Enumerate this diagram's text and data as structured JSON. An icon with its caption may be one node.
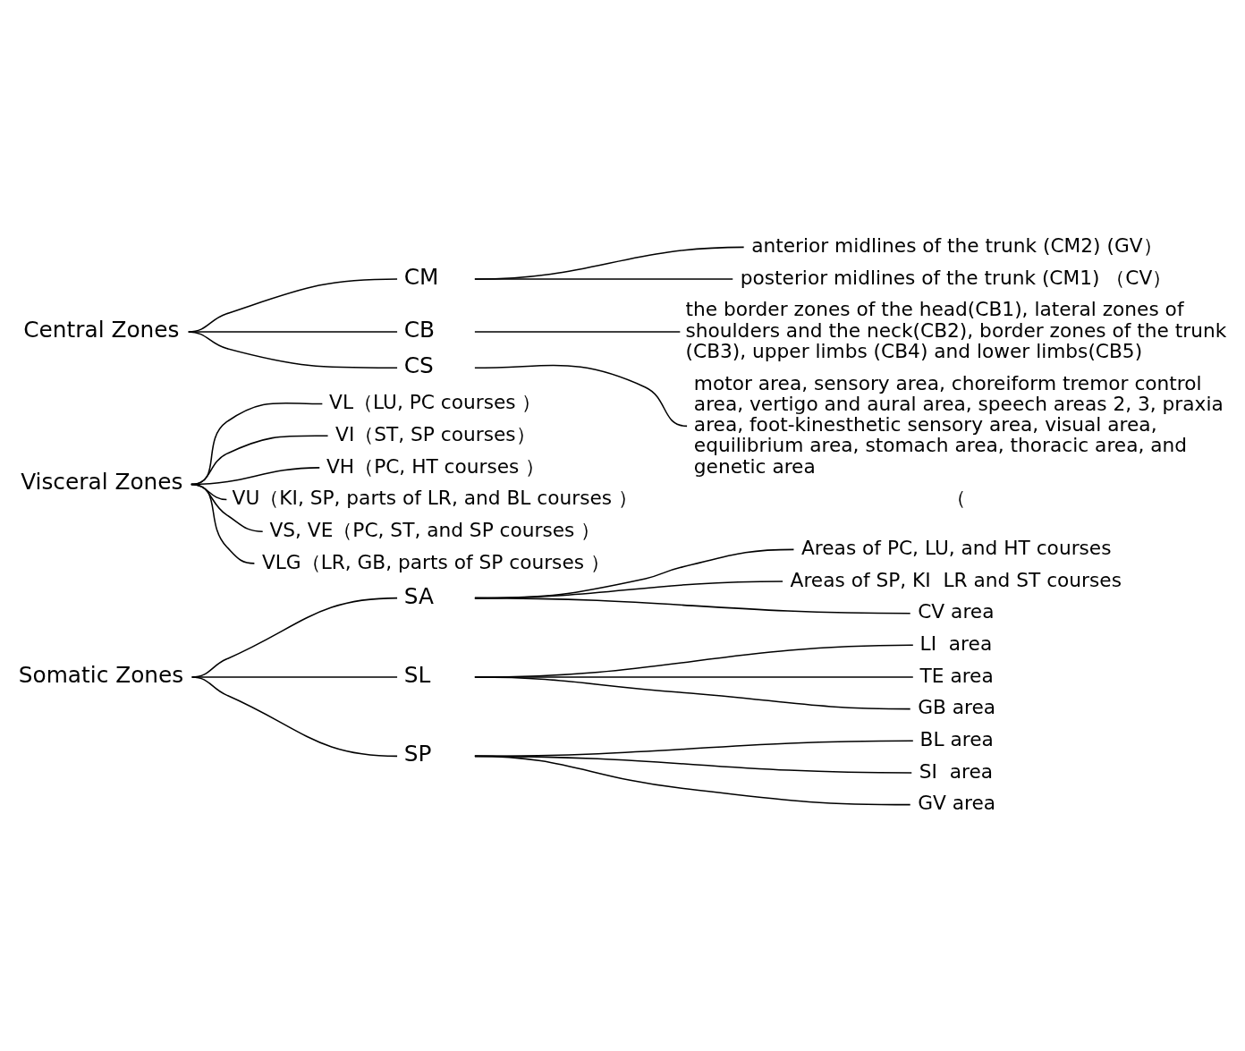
{
  "diagram": {
    "nodes": [
      {
        "text": [
          "Somatic Zones"
        ]
      },
      {
        "text": [
          "SA"
        ]
      },
      {
        "text": [
          "Areas of PC, LU, and HT courses"
        ]
      },
      {
        "text": [
          "Areas of SP, KI  LR and ST courses"
        ]
      },
      {
        "text": [
          "CV area"
        ]
      },
      {
        "text": [
          "SL"
        ]
      },
      {
        "text": [
          "LI  area"
        ]
      },
      {
        "text": [
          "TE area"
        ]
      },
      {
        "text": [
          "GB area"
        ]
      },
      {
        "text": [
          "SP"
        ]
      },
      {
        "text": [
          "BL area"
        ]
      },
      {
        "text": [
          "SI  area"
        ]
      },
      {
        "text": [
          "GV area"
        ]
      },
      {
        "text": [
          "Visceral Zones"
        ]
      },
      {
        "text": [
          "VL（LU, PC courses ）"
        ]
      },
      {
        "text": [
          "VI（ST, SP courses）"
        ]
      },
      {
        "text": [
          "VH（PC, HT courses ）"
        ]
      },
      {
        "text": [
          "VU（KI, SP, parts of LR, and BL courses ）"
        ]
      },
      {
        "text": [
          "VS, VE（PC, ST, and SP courses ）"
        ]
      },
      {
        "text": [
          "VLG（LR, GB, parts of SP courses ）"
        ]
      },
      {
        "text": [
          "Central Zones"
        ]
      },
      {
        "text": [
          "CM"
        ]
      },
      {
        "text": [
          "anterior midlines of the trunk (CM2) (GV）"
        ]
      },
      {
        "text": [
          "posterior midlines of the trunk (CM1) （CV）"
        ]
      },
      {
        "text": [
          "CB"
        ]
      },
      {
        "text": [
          "the border zones of the head(CB1), lateral zones of shoulders and the neck(CB2), border zones of the trunk (CB3), upper limbs (CB4) and lower limbs(CB5)"
        ]
      },
      {
        "text": [
          "CS"
        ]
      },
      {
        "text": [
          "motor area, sensory area, choreiform tremor control area, vertigo and aural area, speech areas 2, 3, praxia area, foot-kinesthetic sensory area, visual area, equilibrium area, stomach area, thoracic area, and genetic area"
        ]
      }
    ],
    "edges": [
      {
        "from": 0,
        "to": 1,
        "arrow": "none"
      },
      {
        "from": 0,
        "to": 5,
        "arrow": "none"
      },
      {
        "from": 0,
        "to": 9,
        "arrow": "none"
      },
      {
        "from": 1,
        "to": 2,
        "arrow": "none"
      },
      {
        "from": 1,
        "to": 3,
        "arrow": "none"
      },
      {
        "from": 1,
        "to": 4,
        "arrow": "none"
      },
      {
        "from": 5,
        "to": 6,
        "arrow": "none"
      },
      {
        "from": 5,
        "to": 7,
        "arrow": "none"
      },
      {
        "from": 5,
        "to": 8,
        "arrow": "none"
      },
      {
        "from": 9,
        "to": 10,
        "arrow": "none"
      },
      {
        "from": 9,
        "to": 11,
        "arrow": "none"
      },
      {
        "from": 9,
        "to": 12,
        "arrow": "none"
      },
      {
        "from": 13,
        "to": 14,
        "arrow": "none"
      },
      {
        "from": 13,
        "to": 15,
        "arrow": "none"
      },
      {
        "from": 13,
        "to": 16,
        "arrow": "none"
      },
      {
        "from": 13,
        "to": 17,
        "arrow": "none"
      },
      {
        "from": 13,
        "to": 18,
        "arrow": "none"
      },
      {
        "from": 13,
        "to": 19,
        "arrow": "none"
      },
      {
        "from": 20,
        "to": 21,
        "arrow": "none"
      },
      {
        "from": 20,
        "to": 24,
        "arrow": "none"
      },
      {
        "from": 20,
        "to": 26,
        "arrow": "none"
      },
      {
        "from": 21,
        "to": 22,
        "arrow": "none"
      },
      {
        "from": 21,
        "to": 23,
        "arrow": "none"
      },
      {
        "from": 24,
        "to": 25,
        "arrow": "none"
      },
      {
        "from": 26,
        "to": 27,
        "arrow": "none"
      }
    ],
    "labels": [
      "（"
    ]
  }
}
